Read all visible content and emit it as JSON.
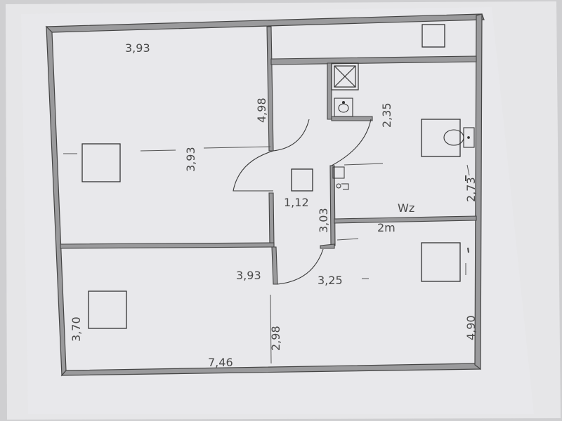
{
  "plan": {
    "wall_color": "#8e8e90",
    "paper_color": "#e4e4e6",
    "ink_color": "#3f3f3f"
  },
  "rooms": [
    {
      "name": "room-top-left",
      "labels": [
        "3,93",
        "3,93",
        "4,98"
      ]
    },
    {
      "name": "room-bottom-left",
      "labels": [
        "3,70",
        "3,93",
        "2,98",
        "7,46"
      ]
    },
    {
      "name": "bathroom",
      "labels": [
        "2,35",
        "2,73"
      ]
    },
    {
      "name": "hallway",
      "labels": [
        "1,12",
        "3,03"
      ]
    },
    {
      "name": "room-bottom-right",
      "labels": [
        "3,25",
        "4,90"
      ]
    }
  ],
  "annotations": {
    "w1": "3,93",
    "h1": "3,93",
    "h2": "4,98",
    "w2": "3,93",
    "w3": "3,70",
    "h3": "2,98",
    "w4": "7,46",
    "h4": "2,35",
    "h5": "2,73",
    "w5": "1,12",
    "h6": "3,03",
    "w6": "3,25",
    "h7": "4,90",
    "wz": "Wz",
    "m2": "2m"
  },
  "icons": [
    "shower-icon",
    "sink-icon",
    "toilet-icon",
    "washer-icon",
    "light-fixture-icon"
  ]
}
